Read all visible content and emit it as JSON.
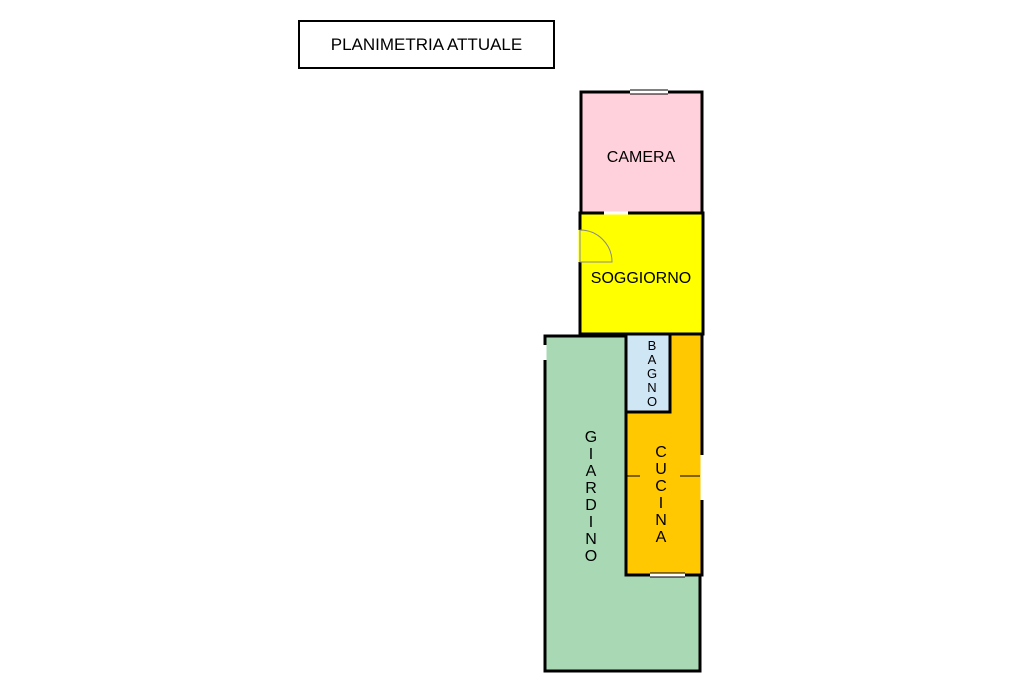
{
  "title": "PLANIMETRIA ATTUALE",
  "rooms": {
    "camera": {
      "label": "CAMERA",
      "color": "#ffd1dc"
    },
    "soggiorno": {
      "label": "SOGGIORNO",
      "color": "#ffff00"
    },
    "bagno": {
      "label": "BAGNO",
      "color": "#cfe6f5"
    },
    "cucina": {
      "label": "CUCINA",
      "color": "#ffc800"
    },
    "giardino": {
      "label": "GIARDINO",
      "color": "#a8d8b4"
    }
  },
  "wall_color": "#000000"
}
